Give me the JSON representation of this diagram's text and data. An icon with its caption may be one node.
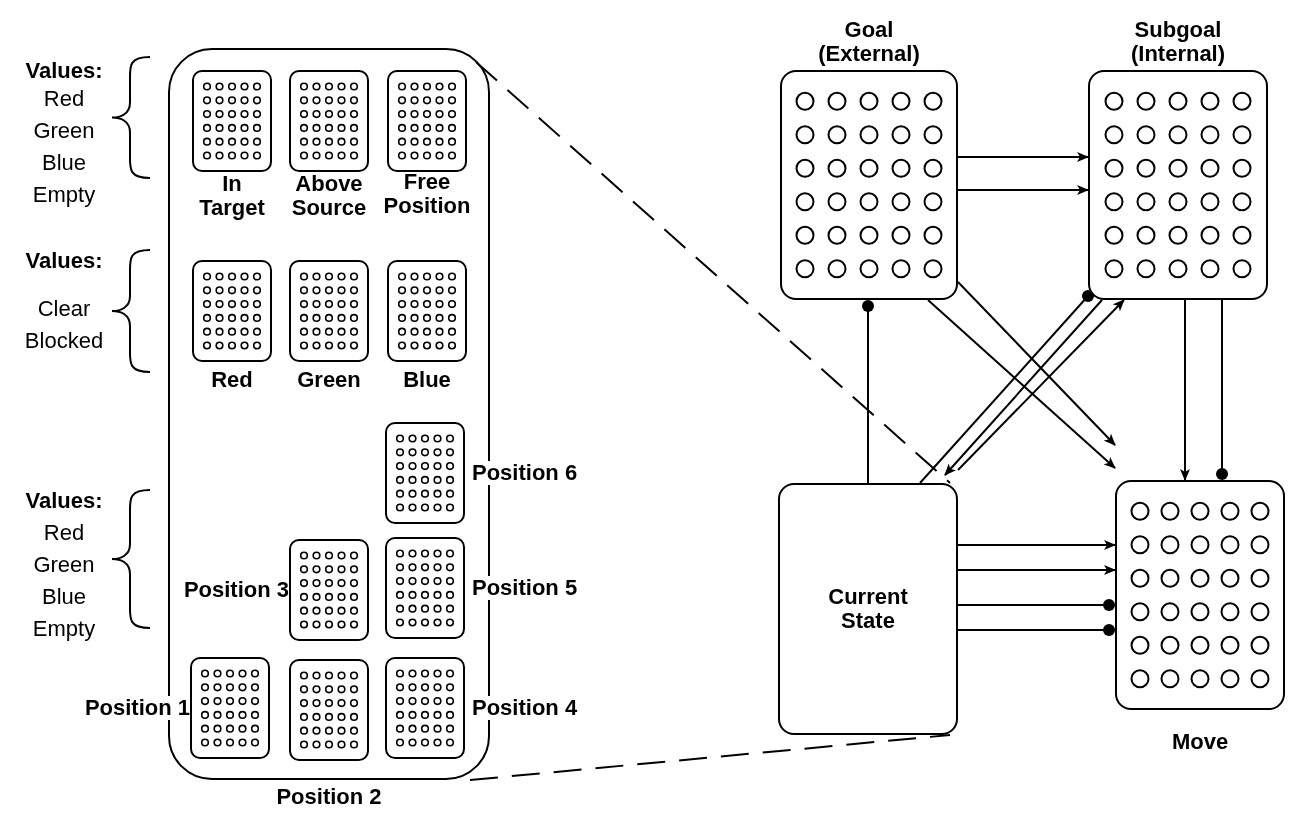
{
  "diagram": {
    "nodes": [
      {
        "text": [],
        "shape": "box"
      },
      {
        "text": [
          "In Target"
        ],
        "in": 0
      },
      {
        "text": [
          "Above Source"
        ],
        "in": 0
      },
      {
        "text": [
          "Free Position"
        ],
        "in": 0
      },
      {
        "text": [
          "Red"
        ],
        "in": 0
      },
      {
        "text": [
          "Green"
        ],
        "in": 0
      },
      {
        "text": [
          "Blue"
        ],
        "in": 0
      },
      {
        "text": [
          "Position 6"
        ]
      },
      {
        "text": [
          "Position 3"
        ],
        "in": 0
      },
      {
        "text": [
          "Position 5"
        ]
      },
      {
        "text": [
          "Position 1"
        ]
      },
      {
        "text": [
          "Position 2"
        ],
        "in": 0
      },
      {
        "text": [
          "Position 4"
        ]
      },
      {
        "text": [
          "Goal (External)"
        ]
      },
      {
        "text": [
          "Subgoal (Internal)"
        ]
      },
      {
        "text": [
          "Current State"
        ]
      },
      {
        "text": [
          "Move"
        ]
      }
    ],
    "edges": [
      {
        "from": 13,
        "to": 14,
        "arrow": "to"
      },
      {
        "from": 13,
        "to": 14,
        "arrow": "to"
      },
      {
        "from": 13,
        "to": 16,
        "arrow": "to"
      },
      {
        "from": 13,
        "to": 16,
        "arrow": "to"
      },
      {
        "from": 15,
        "to": 13,
        "arrow": "other"
      },
      {
        "from": 15,
        "to": 14,
        "arrow": "other"
      },
      {
        "from": 14,
        "to": 15,
        "arrow": "to"
      },
      {
        "from": 15,
        "to": 14,
        "arrow": "to"
      },
      {
        "from": 14,
        "to": 16,
        "arrow": "to"
      },
      {
        "from": 14,
        "to": 16,
        "arrow": "other"
      },
      {
        "from": 15,
        "to": 16,
        "arrow": "to"
      },
      {
        "from": 15,
        "to": 16,
        "arrow": "to"
      },
      {
        "from": 15,
        "to": 16,
        "arrow": "other"
      },
      {
        "from": 15,
        "to": 16,
        "arrow": "other"
      },
      {
        "from": 0,
        "to": 15,
        "arrow": "none",
        "style": "dashed"
      },
      {
        "from": 0,
        "to": 15,
        "arrow": "none",
        "style": "dashed"
      }
    ],
    "labels": [
      "Values:",
      "Red",
      "Green",
      "Blue",
      "Empty",
      "Values:",
      "Clear",
      "Blocked",
      "Values:",
      "Red",
      "Green",
      "Blue",
      "Empty"
    ]
  }
}
